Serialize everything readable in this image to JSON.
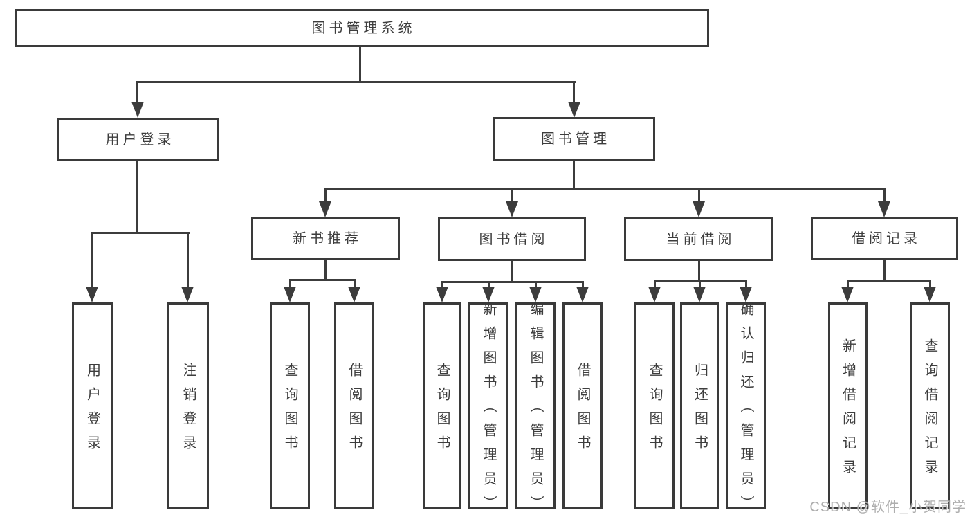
{
  "tree": {
    "root": {
      "label": "图书管理系统"
    },
    "children": [
      {
        "label": "用户登录",
        "children": [
          {
            "label": "用户登录"
          },
          {
            "label": "注销登录"
          }
        ]
      },
      {
        "label": "图书管理",
        "children": [
          {
            "label": "新书推荐",
            "children": [
              {
                "label": "查询图书"
              },
              {
                "label": "借阅图书"
              }
            ]
          },
          {
            "label": "图书借阅",
            "children": [
              {
                "label": "查询图书"
              },
              {
                "label": "新增图书（管理员）"
              },
              {
                "label": "编辑图书（管理员）"
              },
              {
                "label": "借阅图书"
              }
            ]
          },
          {
            "label": "当前借阅",
            "children": [
              {
                "label": "查询图书"
              },
              {
                "label": "归还图书"
              },
              {
                "label": "确认归还（管理员）"
              }
            ]
          },
          {
            "label": "借阅记录",
            "children": [
              {
                "label": "新增借阅记录"
              },
              {
                "label": "查询借阅记录"
              }
            ]
          }
        ]
      }
    ]
  },
  "watermark": "CSDN @软件_小贺同学",
  "colors": {
    "line": "#3c3c3c",
    "border": "#3a3a3a",
    "text": "#3d3d3d",
    "background": "#ffffff",
    "watermark": "#a0a0a0"
  }
}
